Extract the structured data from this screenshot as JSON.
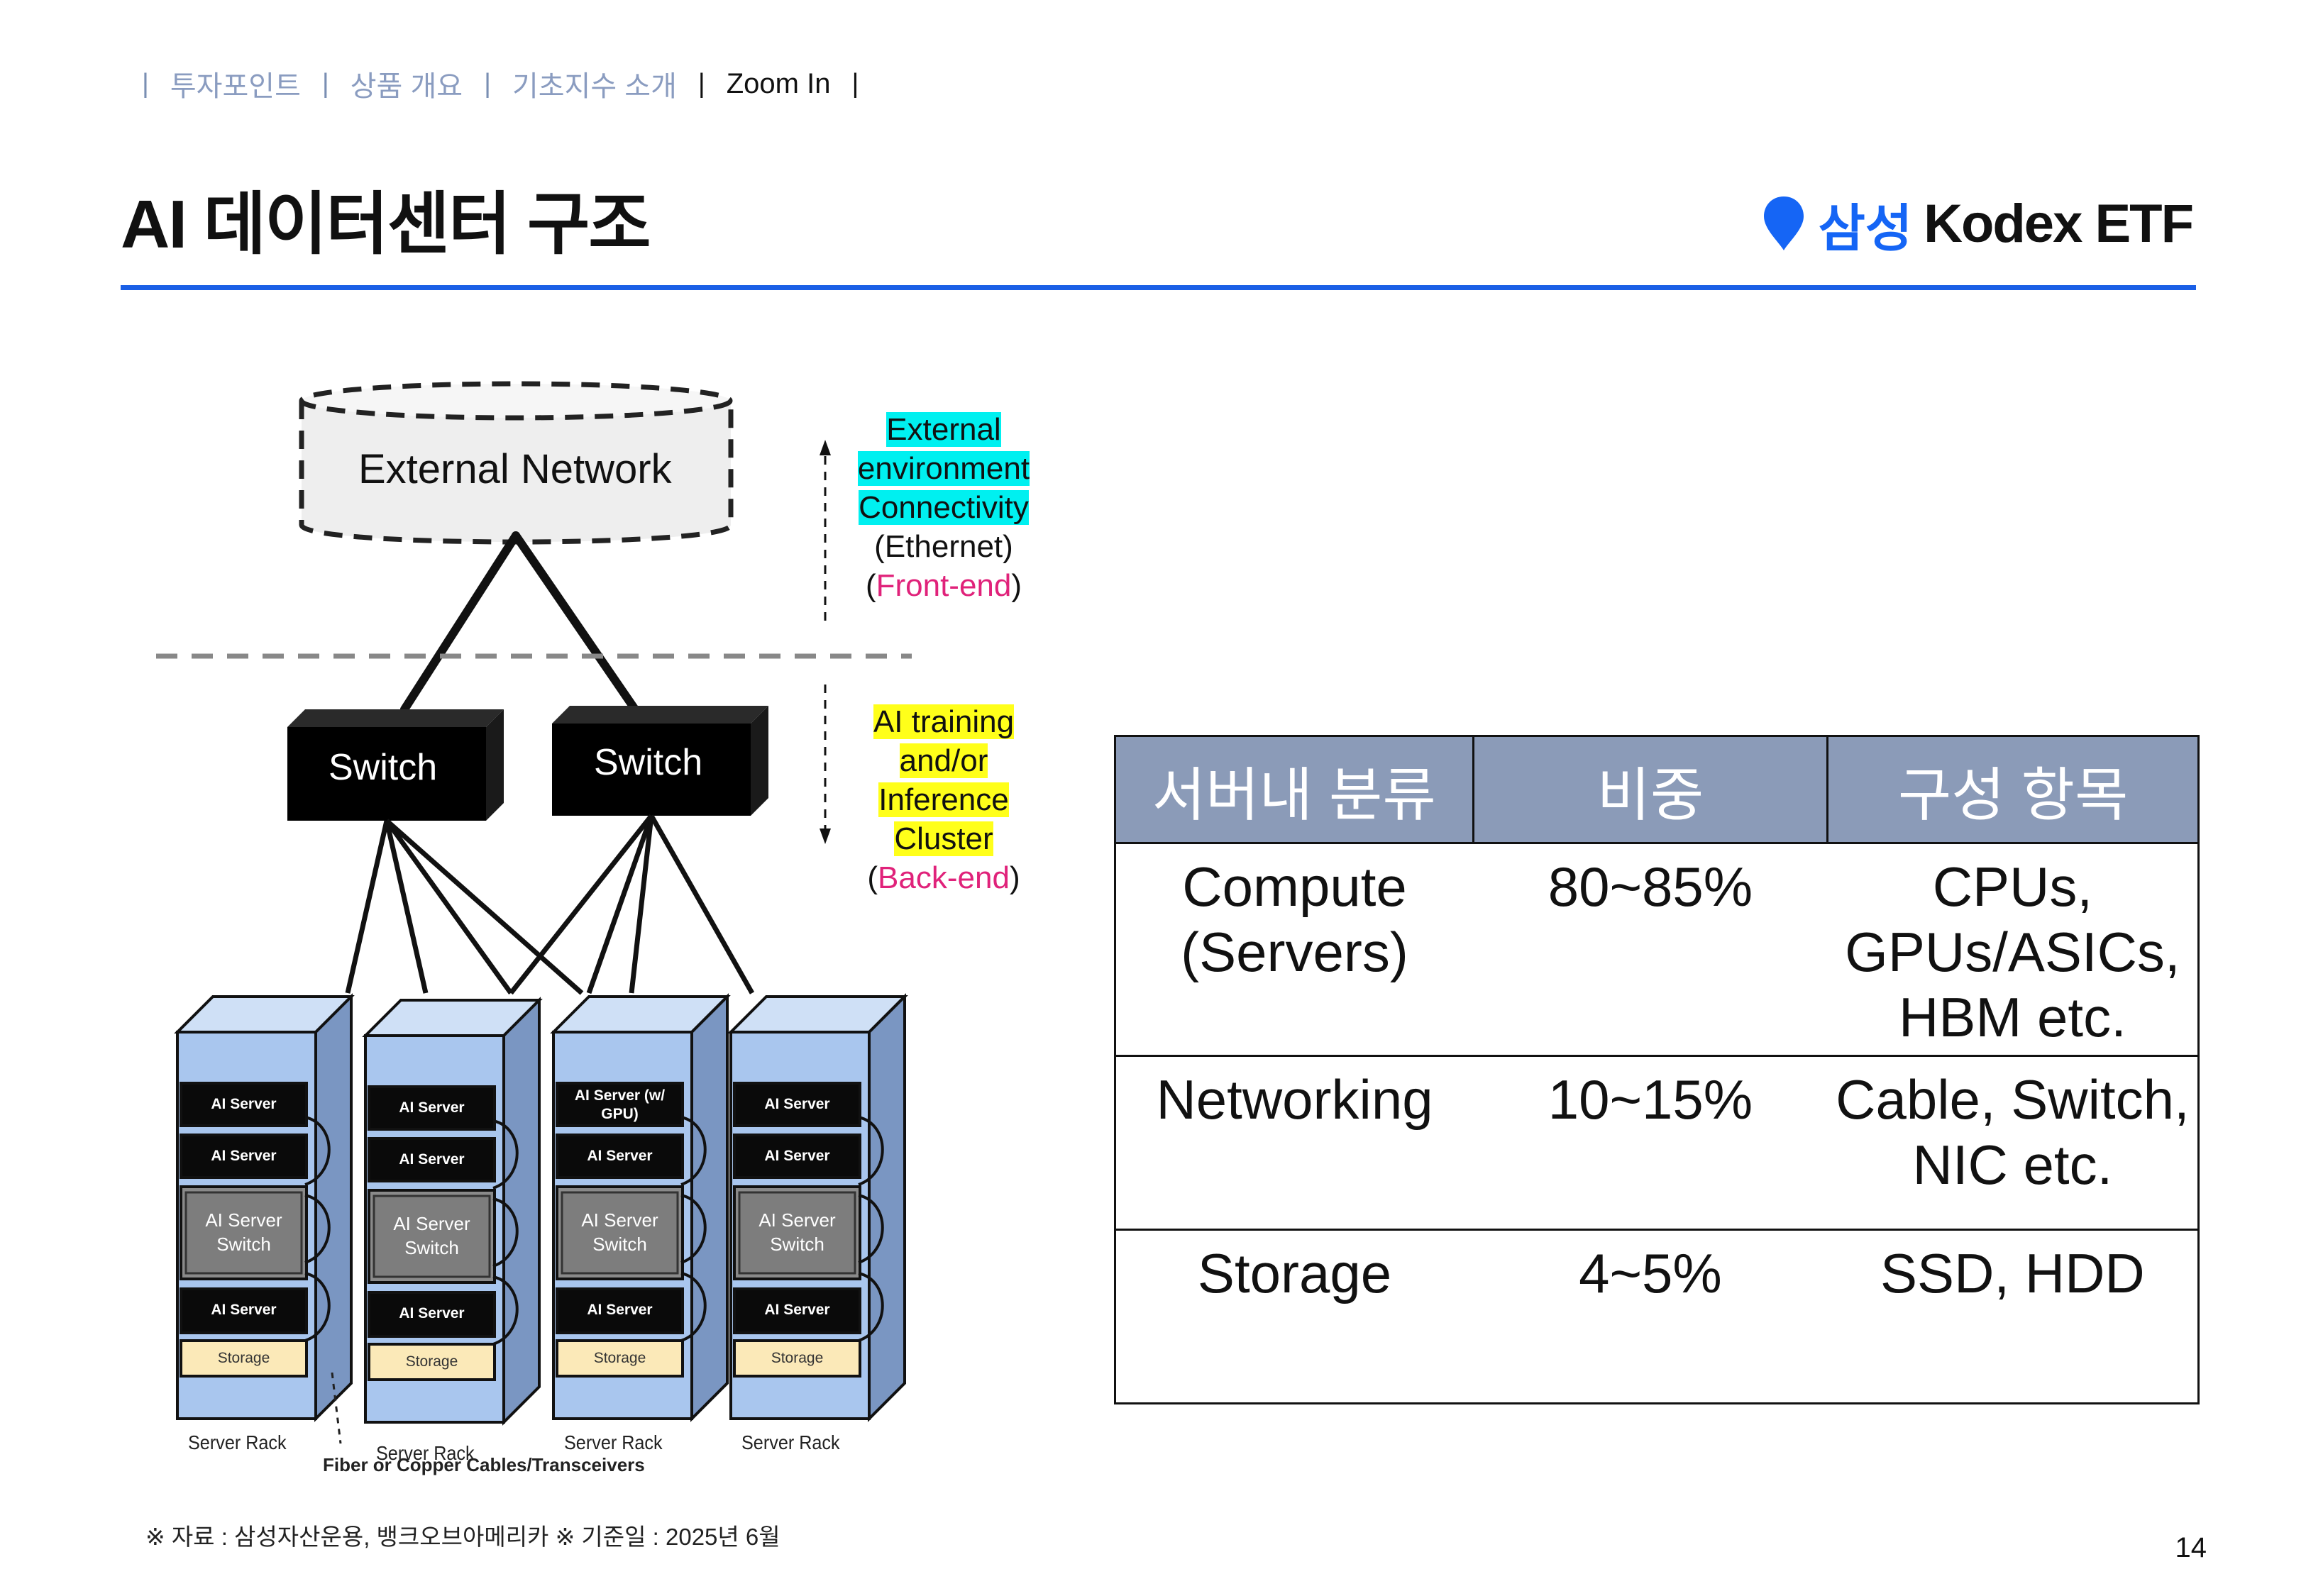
{
  "breadcrumb": {
    "items": [
      "투자포인트",
      "상품 개요",
      "기초지수 소개",
      "Zoom In"
    ],
    "active_index": 3
  },
  "title": "AI 데이터센터 구조",
  "logo": {
    "brand_ko": "삼성",
    "brand_en": "Kodex ETF",
    "accent": "#1565f5"
  },
  "diagram": {
    "external_network": "External Network",
    "switches": [
      "Switch",
      "Switch"
    ],
    "front_end": {
      "lines": [
        "External",
        "environment",
        "Connectivity"
      ],
      "protocol": "(Ethernet)",
      "tag_open": "(",
      "tag": "Front-end",
      "tag_close": ")"
    },
    "back_end": {
      "lines": [
        "AI training",
        "and/or",
        "Inference",
        "Cluster"
      ],
      "tag_open": "(",
      "tag": "Back-end",
      "tag_close": ")"
    },
    "racks": [
      {
        "label": "Server Rack",
        "units": [
          "AI Server",
          "AI Server",
          "AI Server Switch",
          "AI Server",
          "Storage"
        ]
      },
      {
        "label": "Server Rack",
        "units": [
          "AI Server",
          "AI Server",
          "AI Server Switch",
          "AI Server",
          "Storage"
        ]
      },
      {
        "label": "Server Rack",
        "units": [
          "AI Server (w/ GPU)",
          "AI Server",
          "AI Server Switch",
          "AI Server",
          "Storage"
        ]
      },
      {
        "label": "Server Rack",
        "units": [
          "AI Server",
          "AI Server",
          "AI Server Switch",
          "AI Server",
          "Storage"
        ]
      }
    ],
    "cables_label": "Fiber or Copper Cables/Transceivers"
  },
  "table": {
    "headers": [
      "서버내 분류",
      "비중",
      "구성 항목"
    ],
    "rows": [
      {
        "category": [
          "Compute",
          "(Servers)"
        ],
        "share": "80~85%",
        "items": [
          "CPUs,",
          "GPUs/ASICs,",
          "HBM etc."
        ]
      },
      {
        "category": [
          "Networking"
        ],
        "share": "10~15%",
        "items": [
          "Cable, Switch,",
          "NIC etc."
        ]
      },
      {
        "category": [
          "Storage"
        ],
        "share": "4~5%",
        "items": [
          "SSD, HDD"
        ]
      }
    ],
    "header_bg": "#8b9bb8"
  },
  "footnote": "※ 자료 : 삼성자산운용, 뱅크오브아메리카 ※ 기준일 : 2025년 6월",
  "page_number": "14"
}
